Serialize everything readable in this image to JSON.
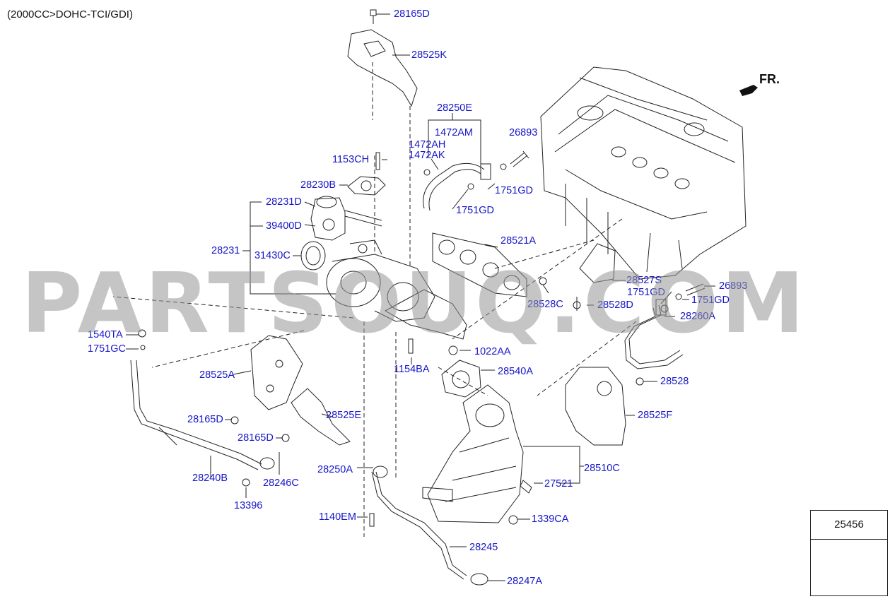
{
  "header": {
    "engine": "(2000CC>DOHC-TCI/GDI)"
  },
  "direction": {
    "label": "FR."
  },
  "watermark": "PARTSOUQ.COM",
  "legend_box": {
    "part": "25456"
  },
  "callouts": [
    "28165D",
    "28525K",
    "28250E",
    "1472AM",
    "1472AH",
    "1472AK",
    "26893",
    "1153CH",
    "28230B",
    "1751GD",
    "28231D",
    "1751GD",
    "39400D",
    "28521A",
    "28231",
    "31430C",
    "28527S",
    "1751GD",
    "26893",
    "28528C",
    "28528D",
    "1751GD",
    "28260A",
    "1540TA",
    "1751GC",
    "1022AA",
    "1154BA",
    "28540A",
    "28525A",
    "28528",
    "28525E",
    "28525F",
    "28165D",
    "28165D",
    "28510C",
    "28240B",
    "28246C",
    "28250A",
    "27521",
    "13396",
    "1140EM",
    "1339CA",
    "28245",
    "28247A"
  ]
}
